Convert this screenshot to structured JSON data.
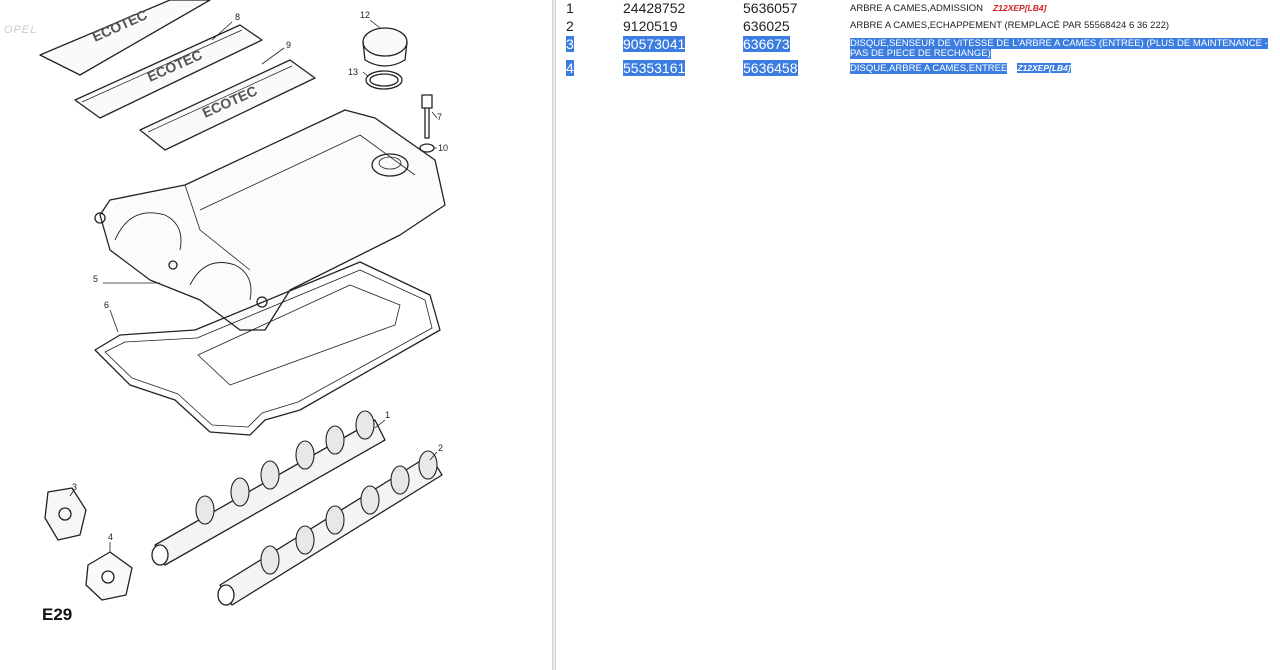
{
  "diagram": {
    "code": "E29",
    "watermark": "OPEL",
    "callouts": [
      "1",
      "2",
      "3",
      "4",
      "5",
      "6",
      "7",
      "8",
      "9",
      "10",
      "12",
      "13"
    ],
    "cover_text": "ECOTEC"
  },
  "parts": [
    {
      "index": "1",
      "reference": "24428752",
      "catalog": "5636057",
      "description": "ARBRE A CAMES,ADMISSION",
      "engine": "Z12XEP[LB4]",
      "selected": false
    },
    {
      "index": "2",
      "reference": "9120519",
      "catalog": "636025",
      "description": "ARBRE A CAMES,ECHAPPEMENT (REMPLACÉ PAR 55568424 6 36 222)",
      "engine": "",
      "selected": false
    },
    {
      "index": "3",
      "reference": "90573041",
      "catalog": "636673",
      "description": "DISQUE,SENSEUR DE VITESSE DE L'ARBRE A CAMES (ENTREE) (PLUS DE MAINTENANCE - PAS DE PIECE DE RECHANGE)",
      "engine": "",
      "selected": true
    },
    {
      "index": "4",
      "reference": "55353161",
      "catalog": "5636458",
      "description": "DISQUE,ARBRE A CAMES,ENTREE",
      "engine": "Z12XEP[LB4]",
      "selected": true
    }
  ]
}
